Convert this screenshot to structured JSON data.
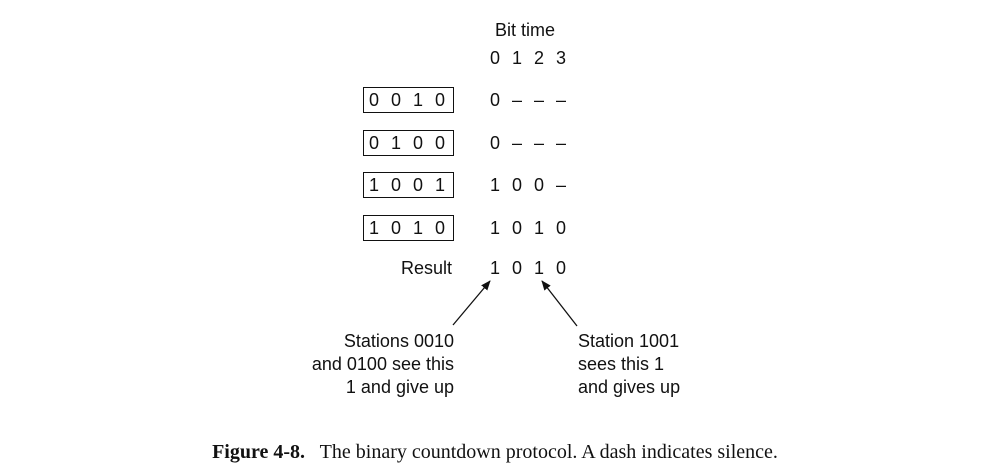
{
  "header": {
    "bit_time_label": "Bit time",
    "bit_indices": [
      "0",
      "1",
      "2",
      "3"
    ]
  },
  "stations": [
    {
      "address": [
        "0",
        "0",
        "1",
        "0"
      ],
      "sent": [
        "0",
        "–",
        "–",
        "–"
      ]
    },
    {
      "address": [
        "0",
        "1",
        "0",
        "0"
      ],
      "sent": [
        "0",
        "–",
        "–",
        "–"
      ]
    },
    {
      "address": [
        "1",
        "0",
        "0",
        "1"
      ],
      "sent": [
        "1",
        "0",
        "0",
        "–"
      ]
    },
    {
      "address": [
        "1",
        "0",
        "1",
        "0"
      ],
      "sent": [
        "1",
        "0",
        "1",
        "0"
      ]
    }
  ],
  "result": {
    "label": "Result",
    "bits": [
      "1",
      "0",
      "1",
      "0"
    ]
  },
  "notes": {
    "left": "Stations 0010\nand 0100 see this\n1 and give up",
    "right": "Station 1001\nsees this 1\nand gives up"
  },
  "caption": {
    "figure_label": "Figure 4-8.",
    "text": "The binary countdown protocol. A dash indicates silence."
  }
}
